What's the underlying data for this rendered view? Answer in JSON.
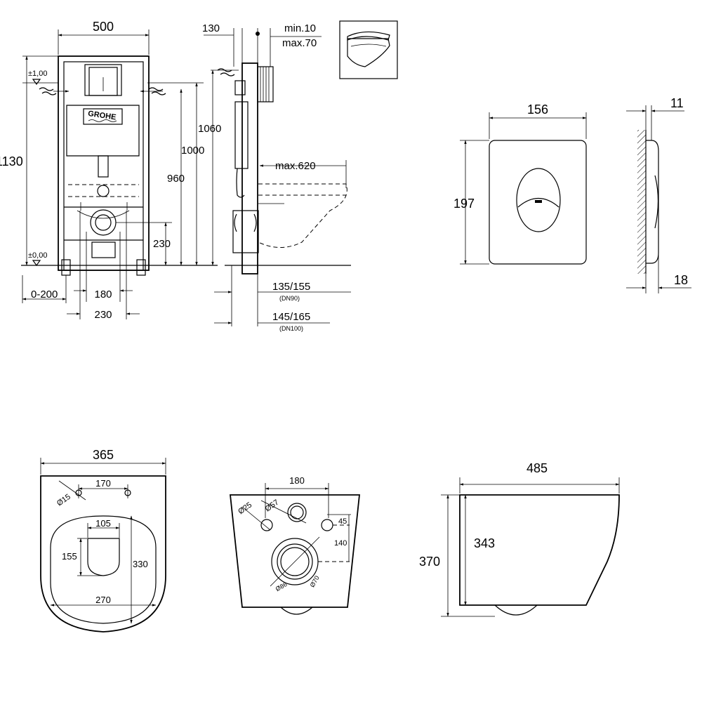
{
  "frame_front": {
    "width": "500",
    "height": "1130",
    "level_top": "±1,00",
    "level_bottom": "±0,00",
    "offset": "0-200",
    "bolt_spacing": "180",
    "drain_spacing": "230",
    "drain_height": "230",
    "brand": "GROHE"
  },
  "frame_side": {
    "depth": "130",
    "min": "min.10",
    "max": "max.70",
    "h1060": "1060",
    "h1000": "1000",
    "h960": "960",
    "projection": "max.620",
    "dn90": "135/155",
    "dn90_note": "(DN90)",
    "dn100": "145/165",
    "dn100_note": "(DN100)"
  },
  "plate": {
    "width": "156",
    "height": "197",
    "thickness": "11",
    "depth": "18"
  },
  "bowl_top": {
    "width": "365",
    "hole_spacing": "170",
    "hole_dia": "Ø15",
    "seat_width": "105",
    "seat_height": "155",
    "inner_depth": "330",
    "inner_width": "270"
  },
  "bowl_rear": {
    "bolt_spacing": "180",
    "bolt_dia": "Ø25",
    "inlet_dia": "Ø57",
    "inlet_offset": "45",
    "outlet_height": "140",
    "outlet_outer": "Ø86",
    "outlet_inner": "Ø70"
  },
  "bowl_side": {
    "length": "485",
    "height": "370",
    "body_height": "343"
  },
  "colors": {
    "line": "#000000",
    "background": "#ffffff"
  },
  "icons": [
    "toilet-bowl-icon"
  ]
}
